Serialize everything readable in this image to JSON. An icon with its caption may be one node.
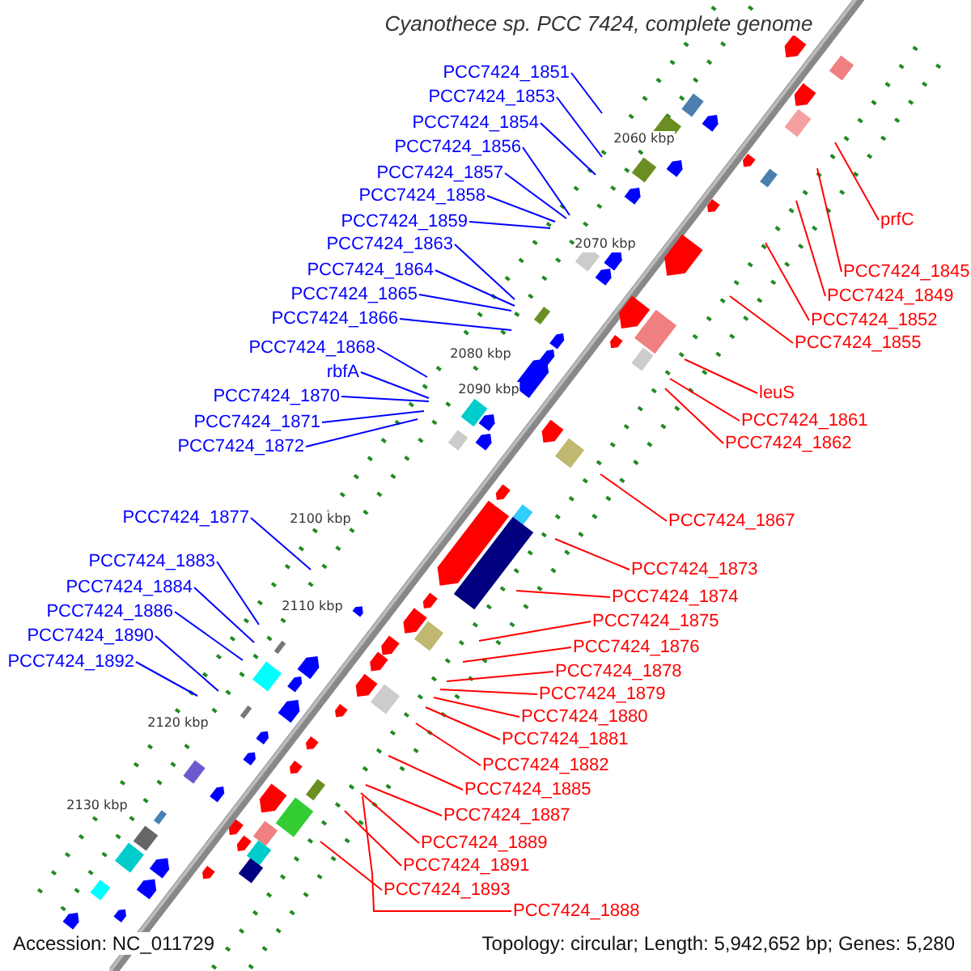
{
  "diagram": {
    "title": "Cyanothece sp. PCC 7424, complete genome",
    "nodes": [
      {
        "text": [
          "PCC7424_1851"
        ]
      },
      {
        "text": [
          "PCC7424_1853"
        ]
      },
      {
        "text": [
          "PCC7424_1854"
        ]
      },
      {
        "text": [
          "PCC7424_1856"
        ]
      },
      {
        "text": [
          "PCC7424_1857"
        ]
      },
      {
        "text": [
          "PCC7424_1858"
        ]
      },
      {
        "text": [
          "PCC7424_1859"
        ]
      },
      {
        "text": [
          "PCC7424_1863"
        ]
      },
      {
        "text": [
          "PCC7424_1864"
        ]
      },
      {
        "text": [
          "PCC7424_1865"
        ]
      },
      {
        "text": [
          "PCC7424_1866"
        ]
      },
      {
        "text": [
          "PCC7424_1868"
        ]
      },
      {
        "text": [
          "rbfA"
        ]
      },
      {
        "text": [
          "PCC7424_1870"
        ]
      },
      {
        "text": [
          "PCC7424_1871"
        ]
      },
      {
        "text": [
          "PCC7424_1872"
        ]
      },
      {
        "text": [
          "PCC7424_1877"
        ]
      },
      {
        "text": [
          "PCC7424_1883"
        ]
      },
      {
        "text": [
          "PCC7424_1884"
        ]
      },
      {
        "text": [
          "PCC7424_1886"
        ]
      },
      {
        "text": [
          "PCC7424_1890"
        ]
      },
      {
        "text": [
          "PCC7424_1892"
        ]
      },
      {
        "text": [
          "prfC"
        ]
      },
      {
        "text": [
          "PCC7424_1845"
        ]
      },
      {
        "text": [
          "PCC7424_1849"
        ]
      },
      {
        "text": [
          "PCC7424_1852"
        ]
      },
      {
        "text": [
          "PCC7424_1855"
        ]
      },
      {
        "text": [
          "leuS"
        ]
      },
      {
        "text": [
          "PCC7424_1861"
        ]
      },
      {
        "text": [
          "PCC7424_1862"
        ]
      },
      {
        "text": [
          "PCC7424_1867"
        ]
      },
      {
        "text": [
          "PCC7424_1873"
        ]
      },
      {
        "text": [
          "PCC7424_1874"
        ]
      },
      {
        "text": [
          "PCC7424_1875"
        ]
      },
      {
        "text": [
          "PCC7424_1876"
        ]
      },
      {
        "text": [
          "PCC7424_1878"
        ]
      },
      {
        "text": [
          "PCC7424_1879"
        ]
      },
      {
        "text": [
          "PCC7424_1880"
        ]
      },
      {
        "text": [
          "PCC7424_1881"
        ]
      },
      {
        "text": [
          "PCC7424_1882"
        ]
      },
      {
        "text": [
          "PCC7424_1885"
        ]
      },
      {
        "text": [
          "PCC7424_1887"
        ]
      },
      {
        "text": [
          "PCC7424_1889"
        ]
      },
      {
        "text": [
          "PCC7424_1891"
        ]
      },
      {
        "text": [
          "PCC7424_1893"
        ]
      },
      {
        "text": [
          "PCC7424_1888"
        ]
      }
    ],
    "edges": [
      {
        "from": 0,
        "to": null,
        "arrow": "none",
        "color": "#0000ff"
      },
      {
        "from": 1,
        "to": null,
        "arrow": "none",
        "color": "#0000ff"
      },
      {
        "from": 2,
        "to": null,
        "arrow": "none",
        "color": "#0000ff"
      },
      {
        "from": 3,
        "to": null,
        "arrow": "none",
        "color": "#0000ff"
      },
      {
        "from": 4,
        "to": null,
        "arrow": "none",
        "color": "#0000ff"
      },
      {
        "from": 5,
        "to": null,
        "arrow": "none",
        "color": "#0000ff"
      },
      {
        "from": 6,
        "to": null,
        "arrow": "none",
        "color": "#0000ff"
      },
      {
        "from": 7,
        "to": null,
        "arrow": "none",
        "color": "#0000ff"
      },
      {
        "from": 8,
        "to": null,
        "arrow": "none",
        "color": "#0000ff"
      },
      {
        "from": 9,
        "to": null,
        "arrow": "none",
        "color": "#0000ff"
      },
      {
        "from": 10,
        "to": null,
        "arrow": "none",
        "color": "#0000ff"
      },
      {
        "from": 11,
        "to": null,
        "arrow": "none",
        "color": "#0000ff"
      },
      {
        "from": 12,
        "to": null,
        "arrow": "none",
        "color": "#0000ff"
      },
      {
        "from": 13,
        "to": null,
        "arrow": "none",
        "color": "#0000ff"
      },
      {
        "from": 14,
        "to": null,
        "arrow": "none",
        "color": "#0000ff"
      },
      {
        "from": 15,
        "to": null,
        "arrow": "none",
        "color": "#0000ff"
      },
      {
        "from": 16,
        "to": null,
        "arrow": "none",
        "color": "#0000ff"
      },
      {
        "from": 17,
        "to": null,
        "arrow": "none",
        "color": "#0000ff"
      },
      {
        "from": 18,
        "to": null,
        "arrow": "none",
        "color": "#0000ff"
      },
      {
        "from": 19,
        "to": null,
        "arrow": "none",
        "color": "#0000ff"
      },
      {
        "from": 20,
        "to": null,
        "arrow": "none",
        "color": "#0000ff"
      },
      {
        "from": 21,
        "to": null,
        "arrow": "none",
        "color": "#0000ff"
      },
      {
        "from": 22,
        "to": null,
        "arrow": "none"
      },
      {
        "from": 23,
        "to": null,
        "arrow": "none"
      },
      {
        "from": 24,
        "to": null,
        "arrow": "none"
      },
      {
        "from": 25,
        "to": null,
        "arrow": "none"
      },
      {
        "from": 26,
        "to": null,
        "arrow": "none"
      },
      {
        "from": 27,
        "to": null,
        "arrow": "none"
      },
      {
        "from": 28,
        "to": null,
        "arrow": "none"
      },
      {
        "from": 29,
        "to": null,
        "arrow": "none"
      },
      {
        "from": 30,
        "to": null,
        "arrow": "none"
      },
      {
        "from": 31,
        "to": null,
        "arrow": "none"
      },
      {
        "from": 32,
        "to": null,
        "arrow": "none"
      },
      {
        "from": 33,
        "to": null,
        "arrow": "none"
      },
      {
        "from": 34,
        "to": null,
        "arrow": "none"
      },
      {
        "from": 35,
        "to": null,
        "arrow": "none"
      },
      {
        "from": 36,
        "to": null,
        "arrow": "none"
      },
      {
        "from": 37,
        "to": null,
        "arrow": "none"
      },
      {
        "from": 38,
        "to": null,
        "arrow": "none"
      },
      {
        "from": 39,
        "to": null,
        "arrow": "none"
      },
      {
        "from": 40,
        "to": null,
        "arrow": "none"
      },
      {
        "from": 41,
        "to": null,
        "arrow": "none"
      },
      {
        "from": 42,
        "to": null,
        "arrow": "none"
      },
      {
        "from": 43,
        "to": null,
        "arrow": "none"
      },
      {
        "from": 44,
        "to": null,
        "arrow": "none"
      },
      {
        "from": 45,
        "to": null,
        "arrow": "none"
      }
    ],
    "labels": [
      "2060 kbp",
      "2070 kbp",
      "2080 kbp",
      "2090 kbp",
      "2100 kbp",
      "2110 kbp",
      "2120 kbp",
      "2130 kbp",
      "Accession: NC_011729",
      "Topology: circular; Length: 5,942,652 bp; Genes: 5,280"
    ]
  }
}
